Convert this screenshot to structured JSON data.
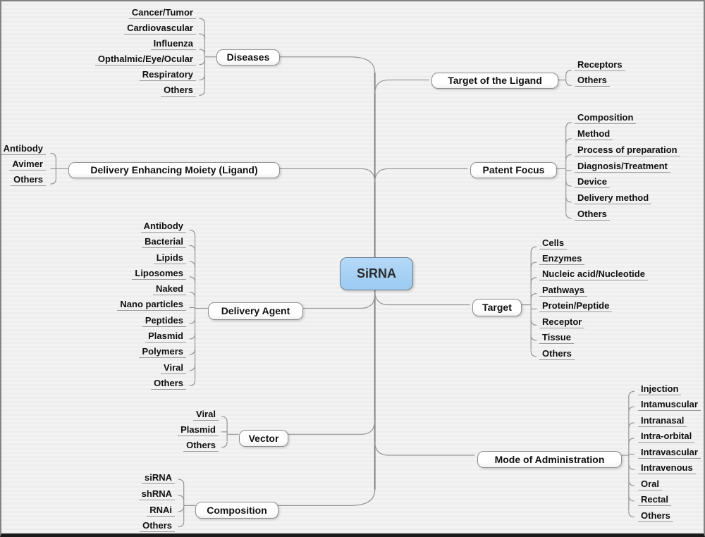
{
  "mindmap": {
    "center": "SiRNA",
    "branches": [
      {
        "label": "Diseases",
        "side": "left",
        "children": [
          "Cancer/Tumor",
          "Cardiovascular",
          "Influenza",
          "Opthalmic/Eye/Ocular",
          "Respiratory",
          "Others"
        ]
      },
      {
        "label": "Delivery Enhancing Moiety (Ligand)",
        "side": "left",
        "children": [
          "Antibody",
          "Avimer",
          "Others"
        ]
      },
      {
        "label": "Delivery Agent",
        "side": "left",
        "children": [
          "Antibody",
          "Bacterial",
          "Lipids",
          "Liposomes",
          "Naked",
          "Nano particles",
          "Peptides",
          "Plasmid",
          "Polymers",
          "Viral",
          "Others"
        ]
      },
      {
        "label": "Vector",
        "side": "left",
        "children": [
          "Viral",
          "Plasmid",
          "Others"
        ]
      },
      {
        "label": "Composition",
        "side": "left",
        "children": [
          "siRNA",
          "shRNA",
          "RNAi",
          "Others"
        ]
      },
      {
        "label": "Target of the Ligand",
        "side": "right",
        "children": [
          "Receptors",
          "Others"
        ]
      },
      {
        "label": "Patent Focus",
        "side": "right",
        "children": [
          "Composition",
          "Method",
          "Process of preparation",
          "Diagnosis/Treatment",
          "Device",
          "Delivery method",
          "Others"
        ]
      },
      {
        "label": "Target",
        "side": "right",
        "children": [
          "Cells",
          "Enzymes",
          "Nucleic acid/Nucleotide",
          "Pathways",
          "Protein/Peptide",
          "Receptor",
          "Tissue",
          "Others"
        ]
      },
      {
        "label": "Mode of Administration",
        "side": "right",
        "children": [
          "Injection",
          "Intamuscular",
          "Intranasal",
          "Intra-orbital",
          "Intravascular",
          "Intravenous",
          "Oral",
          "Rectal",
          "Others"
        ]
      }
    ],
    "colors": {
      "center_fill": "#a8d2f5",
      "center_border": "#708090",
      "node_fill": "#ffffff",
      "node_border": "#8f8f8f",
      "connector_line": "#959595",
      "text": "#101010",
      "background": "#f1f1f1"
    }
  }
}
